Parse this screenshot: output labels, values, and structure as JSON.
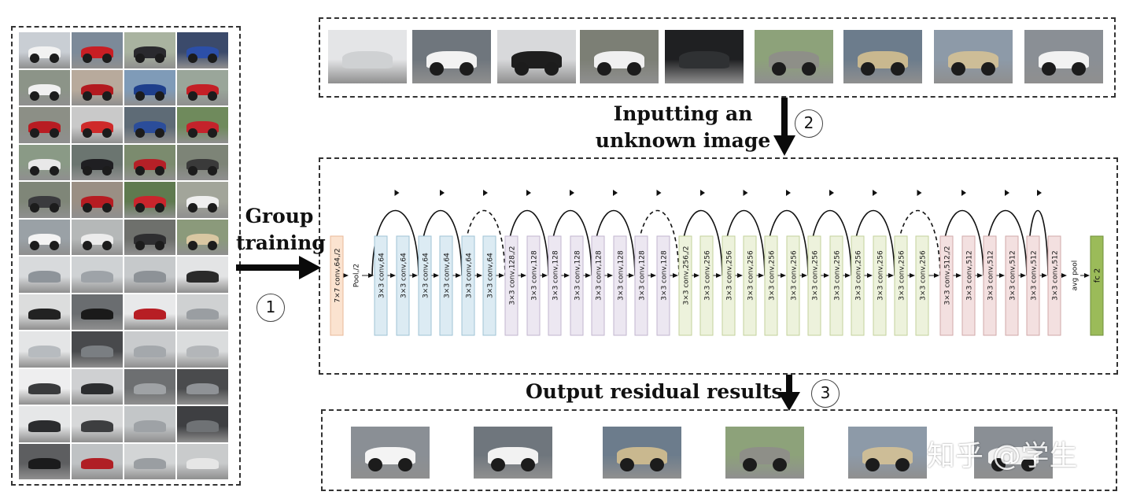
{
  "labels": {
    "step1_text_line1": "Group",
    "step1_text_line2": "training",
    "step2_text_line1": "Inputting an",
    "step2_text_line2": "unknown image",
    "step3_text": "Output residual results",
    "step1_num": "1",
    "step2_num": "2",
    "step3_num": "3"
  },
  "watermark": "知乎 @学生",
  "network": {
    "layers": [
      {
        "label": "7×7 conv,64,/2",
        "color": "#fbe3d0",
        "stroke": "#e8b898"
      },
      {
        "label": "Pool,/2",
        "color": null,
        "stroke": null
      },
      {
        "label": "3×3 conv,64",
        "color": "#dcebf3",
        "stroke": "#9fc3d6"
      },
      {
        "label": "3×3 conv,64",
        "color": "#dcebf3",
        "stroke": "#9fc3d6"
      },
      {
        "label": "3×3 conv,64",
        "color": "#dcebf3",
        "stroke": "#9fc3d6"
      },
      {
        "label": "3×3 conv,64",
        "color": "#dcebf3",
        "stroke": "#9fc3d6"
      },
      {
        "label": "3×3 conv,64",
        "color": "#dcebf3",
        "stroke": "#9fc3d6"
      },
      {
        "label": "3×3 conv,64",
        "color": "#dcebf3",
        "stroke": "#9fc3d6"
      },
      {
        "label": "3×3 conv,128,/2",
        "color": "#ece7f1",
        "stroke": "#c2b6cf"
      },
      {
        "label": "3×3 conv,128",
        "color": "#ece7f1",
        "stroke": "#c2b6cf"
      },
      {
        "label": "3×3 conv,128",
        "color": "#ece7f1",
        "stroke": "#c2b6cf"
      },
      {
        "label": "3×3 conv,128",
        "color": "#ece7f1",
        "stroke": "#c2b6cf"
      },
      {
        "label": "3×3 conv,128",
        "color": "#ece7f1",
        "stroke": "#c2b6cf"
      },
      {
        "label": "3×3 conv,128",
        "color": "#ece7f1",
        "stroke": "#c2b6cf"
      },
      {
        "label": "3×3 conv,128",
        "color": "#ece7f1",
        "stroke": "#c2b6cf"
      },
      {
        "label": "3×3 conv,128",
        "color": "#ece7f1",
        "stroke": "#c2b6cf"
      },
      {
        "label": "3×3 conv,256,/2",
        "color": "#edf2dc",
        "stroke": "#c3d29b"
      },
      {
        "label": "3×3 conv,256",
        "color": "#edf2dc",
        "stroke": "#c3d29b"
      },
      {
        "label": "3×3 conv,256",
        "color": "#edf2dc",
        "stroke": "#c3d29b"
      },
      {
        "label": "3×3 conv,256",
        "color": "#edf2dc",
        "stroke": "#c3d29b"
      },
      {
        "label": "3×3 conv,256",
        "color": "#edf2dc",
        "stroke": "#c3d29b"
      },
      {
        "label": "3×3 conv,256",
        "color": "#edf2dc",
        "stroke": "#c3d29b"
      },
      {
        "label": "3×3 conv,256",
        "color": "#edf2dc",
        "stroke": "#c3d29b"
      },
      {
        "label": "3×3 conv,256",
        "color": "#edf2dc",
        "stroke": "#c3d29b"
      },
      {
        "label": "3×3 conv,256",
        "color": "#edf2dc",
        "stroke": "#c3d29b"
      },
      {
        "label": "3×3 conv,256",
        "color": "#edf2dc",
        "stroke": "#c3d29b"
      },
      {
        "label": "3×3 conv,256",
        "color": "#edf2dc",
        "stroke": "#c3d29b"
      },
      {
        "label": "3×3 conv,256",
        "color": "#edf2dc",
        "stroke": "#c3d29b"
      },
      {
        "label": "3×3 conv,512,/2",
        "color": "#f3e0e0",
        "stroke": "#d2a9a9"
      },
      {
        "label": "3×3 conv,512",
        "color": "#f3e0e0",
        "stroke": "#d2a9a9"
      },
      {
        "label": "3×3 conv,512",
        "color": "#f3e0e0",
        "stroke": "#d2a9a9"
      },
      {
        "label": "3×3 conv,512",
        "color": "#f3e0e0",
        "stroke": "#d2a9a9"
      },
      {
        "label": "3×3 conv,512",
        "color": "#f3e0e0",
        "stroke": "#d2a9a9"
      },
      {
        "label": "3×3 conv,512",
        "color": "#f3e0e0",
        "stroke": "#d2a9a9"
      },
      {
        "label": "avg pool",
        "color": null,
        "stroke": null
      },
      {
        "label": "fc 2",
        "color": "#9bbb59",
        "stroke": "#6f8f3a"
      }
    ],
    "skip_connections": [
      {
        "type": "solid"
      },
      {
        "type": "solid"
      },
      {
        "type": "dashed"
      },
      {
        "type": "solid"
      },
      {
        "type": "solid"
      },
      {
        "type": "solid"
      },
      {
        "type": "dashed"
      },
      {
        "type": "solid"
      },
      {
        "type": "solid"
      },
      {
        "type": "solid"
      },
      {
        "type": "solid"
      },
      {
        "type": "solid"
      },
      {
        "type": "dashed"
      },
      {
        "type": "solid"
      },
      {
        "type": "solid"
      },
      {
        "type": "solid"
      }
    ]
  },
  "thumbnails": {
    "training_grid": [
      {
        "bg": "#c9ced4",
        "body": "#f2f2f2"
      },
      {
        "bg": "#7c8a99",
        "body": "#c81e24"
      },
      {
        "bg": "#a9b3a0",
        "body": "#2a2a2e"
      },
      {
        "bg": "#3b4a6b",
        "body": "#2c4fa8"
      },
      {
        "bg": "#8c9488",
        "body": "#f0f0f0"
      },
      {
        "bg": "#b8aa9c",
        "body": "#b31a1f"
      },
      {
        "bg": "#7f9bb8",
        "body": "#1e3f8c"
      },
      {
        "bg": "#9aa69a",
        "body": "#c42026"
      },
      {
        "bg": "#8c8f86",
        "body": "#b81c22"
      },
      {
        "bg": "#c9c9c9",
        "body": "#cf2a2a"
      },
      {
        "bg": "#5e6b76",
        "body": "#2b4d9a"
      },
      {
        "bg": "#6f8a5c",
        "body": "#c4232b"
      },
      {
        "bg": "#8a9a86",
        "body": "#e8e8e8"
      },
      {
        "bg": "#6b7570",
        "body": "#1f1f22"
      },
      {
        "bg": "#7b8b6e",
        "body": "#b52027"
      },
      {
        "bg": "#7d8477",
        "body": "#3a3a3a"
      },
      {
        "bg": "#7f8678",
        "body": "#3b3b3e"
      },
      {
        "bg": "#9a8f84",
        "body": "#b71c22"
      },
      {
        "bg": "#5f7a4f",
        "body": "#c9252c"
      },
      {
        "bg": "#a2a59a",
        "body": "#efefef"
      },
      {
        "bg": "#9aa1a6",
        "body": "#f3f3f3"
      },
      {
        "bg": "#b5b8b8",
        "body": "#ececec"
      },
      {
        "bg": "#6e706c",
        "body": "#2e2e30"
      },
      {
        "bg": "#8b9a7b",
        "body": "#d9c7a2"
      },
      {
        "bg": "#d8dadc",
        "body": "#8e949a"
      },
      {
        "bg": "#cfd2d4",
        "body": "#9ea3a8"
      },
      {
        "bg": "#c6c9cb",
        "body": "#8d9297"
      },
      {
        "bg": "#e3e4e5",
        "body": "#2a2a2a"
      },
      {
        "bg": "#dcdddd",
        "body": "#222222"
      },
      {
        "bg": "#6a6d70",
        "body": "#1a1a1a"
      },
      {
        "bg": "#e8e9ea",
        "body": "#b71e24"
      },
      {
        "bg": "#cfd1d2",
        "body": "#9a9ea2"
      },
      {
        "bg": "#e4e5e6",
        "body": "#b7bbbf"
      },
      {
        "bg": "#48494c",
        "body": "#7a7e82"
      },
      {
        "bg": "#c9cbcd",
        "body": "#a4a8ac"
      },
      {
        "bg": "#dadcdd",
        "body": "#b3b6b9"
      },
      {
        "bg": "#eeeeef",
        "body": "#3a3b3d"
      },
      {
        "bg": "#cfd0d2",
        "body": "#2c2d2f"
      },
      {
        "bg": "#6d6f71",
        "body": "#9fa2a5"
      },
      {
        "bg": "#4a4b4d",
        "body": "#8f9296"
      },
      {
        "bg": "#e6e7e8",
        "body": "#2b2c2e"
      },
      {
        "bg": "#d7d8d9",
        "body": "#3d3e40"
      },
      {
        "bg": "#c3c6c8",
        "body": "#9ea2a6"
      },
      {
        "bg": "#3e3f42",
        "body": "#6f7275"
      },
      {
        "bg": "#5d5e60",
        "body": "#1b1b1c"
      },
      {
        "bg": "#bfc2c4",
        "body": "#b01f25"
      },
      {
        "bg": "#d3d5d6",
        "body": "#9a9ea2"
      },
      {
        "bg": "#c9cbcc",
        "body": "#e6e6e6"
      }
    ],
    "input_strip": [
      {
        "bg": "#e4e5e7",
        "body": "#cfd1d3"
      },
      {
        "bg": "#6f767d",
        "body": "#f2f2f2"
      },
      {
        "bg": "#d8d9db",
        "body": "#1e1e1e"
      },
      {
        "bg": "#7c7f75",
        "body": "#f0f0f0"
      },
      {
        "bg": "#1f2022",
        "body": "#2f3133"
      },
      {
        "bg": "#8da27a",
        "body": "#8e8f88"
      },
      {
        "bg": "#6c7c8c",
        "body": "#c9b88f"
      },
      {
        "bg": "#8d9aa8",
        "body": "#cdbd97"
      },
      {
        "bg": "#8a8f95",
        "body": "#f2f2f2"
      }
    ],
    "output_strip": [
      {
        "bg": "#8a8f95",
        "body": "#f4f4f4"
      },
      {
        "bg": "#6f767d",
        "body": "#f2f2f2"
      },
      {
        "bg": "#6c7c8c",
        "body": "#c9b88f"
      },
      {
        "bg": "#8da27a",
        "body": "#8e8f88"
      },
      {
        "bg": "#8d9aa8",
        "body": "#cdbd97"
      },
      {
        "bg": "#8a8f95",
        "body": "#f2f2f2"
      }
    ]
  }
}
